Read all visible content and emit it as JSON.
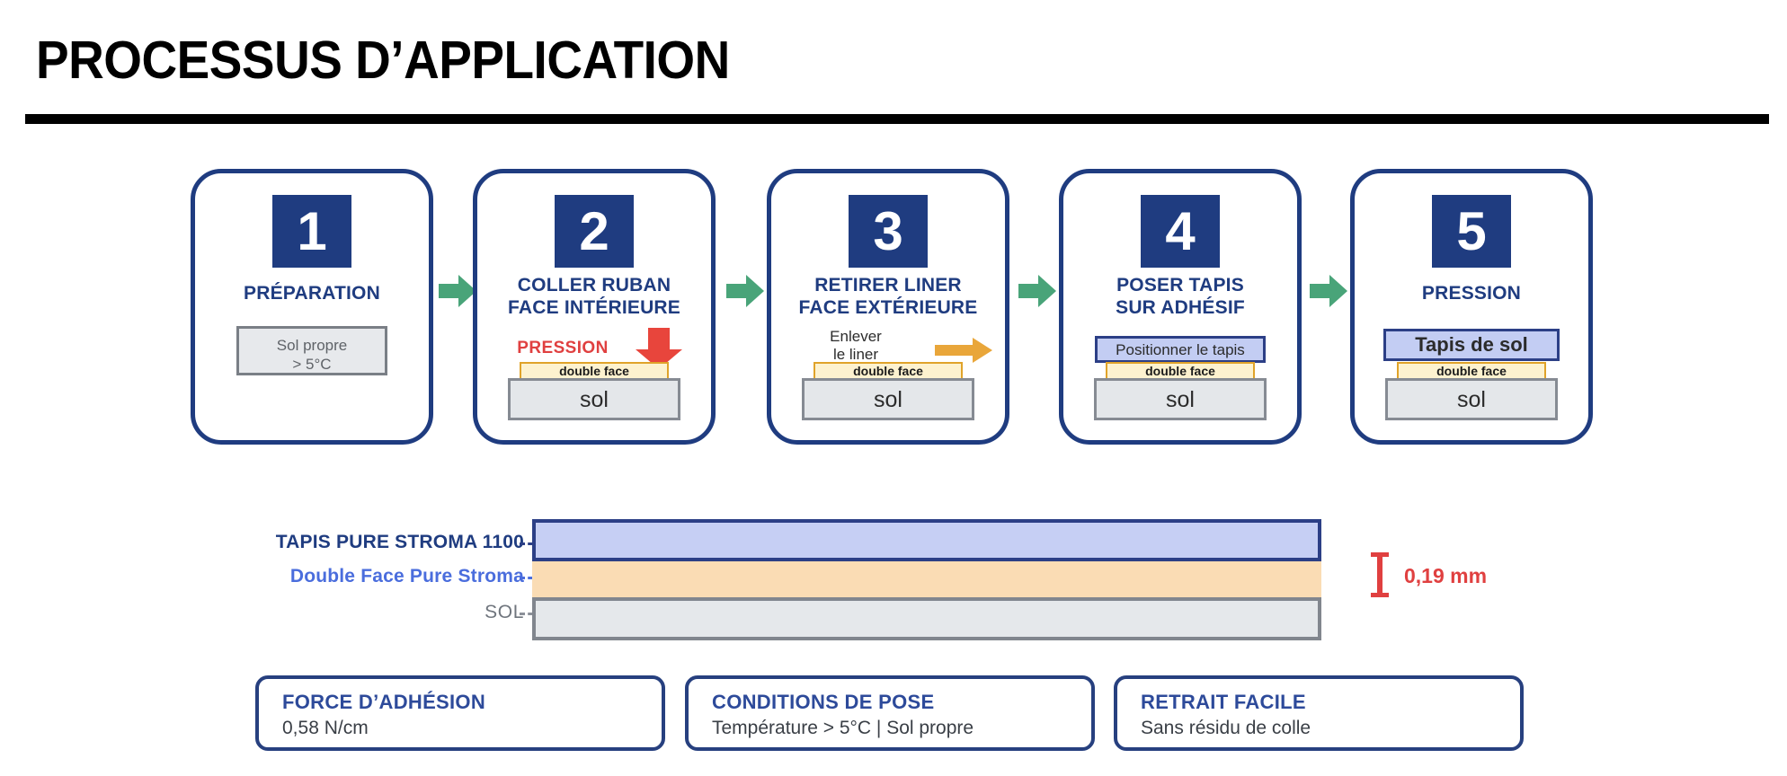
{
  "header": {
    "title": "PROCESSUS D’APPLICATION"
  },
  "steps": [
    {
      "number": "1",
      "title": "PRÉPARATION",
      "info_line1": "Sol propre",
      "info_line2": "> 5°C"
    },
    {
      "number": "2",
      "title_line1": "COLLER RUBAN",
      "title_line2": "FACE INTÉRIEURE",
      "action_label": "PRESSION",
      "tape_label": "double face",
      "floor_label": "sol"
    },
    {
      "number": "3",
      "title_line1": "RETIRER LINER",
      "title_line2": "FACE EXTÉRIEURE",
      "action_line1": "Enlever",
      "action_line2": "le liner",
      "tape_label": "double face",
      "floor_label": "sol"
    },
    {
      "number": "4",
      "title_line1": "POSER TAPIS",
      "title_line2": "SUR ADHÉSIF",
      "mat_label": "Positionner le tapis",
      "tape_label": "double face",
      "floor_label": "sol"
    },
    {
      "number": "5",
      "title": "PRESSION",
      "mat_label": "Tapis de sol",
      "tape_label": "double face",
      "floor_label": "sol"
    }
  ],
  "layers": {
    "items": [
      {
        "label": "TAPIS PURE STROMA 1100",
        "color": "#c6cff4"
      },
      {
        "label": "Double Face Pure Stroma",
        "color": "#fadcb4"
      },
      {
        "label": "SOL",
        "color": "#e5e8eb"
      }
    ],
    "dimension": "0,19 mm"
  },
  "facts": [
    {
      "title": "FORCE D’ADHÉSION",
      "value": "0,58 N/cm"
    },
    {
      "title": "CONDITIONS DE POSE",
      "value": "Température > 5°C | Sol propre"
    },
    {
      "title": "RETRAIT FACILE",
      "value": "Sans résidu de colle"
    }
  ],
  "colors": {
    "navy": "#1f3c80",
    "accent_blue": "#4a6ddd",
    "red": "#e04040",
    "green": "#49a479",
    "orange": "#e9a63a"
  }
}
